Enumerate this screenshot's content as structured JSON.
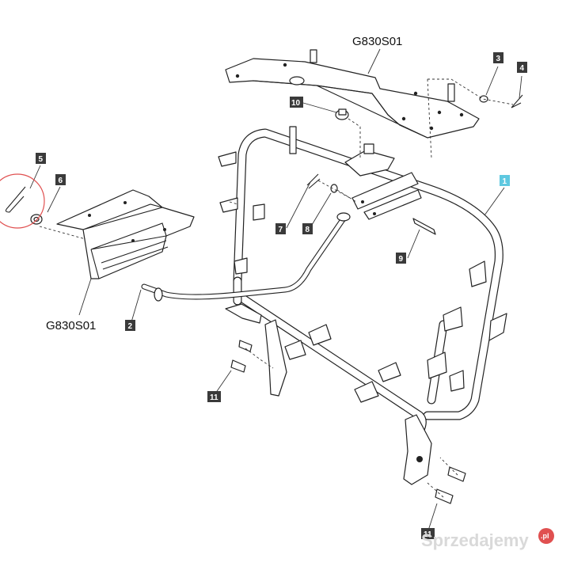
{
  "assembly_codes": [
    "G830S01",
    "G830S01"
  ],
  "callouts": [
    "1",
    "2",
    "3",
    "4",
    "5",
    "6",
    "7",
    "8",
    "9",
    "10",
    "11",
    "11"
  ],
  "highlighted_callout": "1",
  "colors": {
    "highlight": "#5ec8e0",
    "callout": "#3a3a3a",
    "line": "#222222",
    "marker_circle": "#e05050"
  },
  "watermark": {
    "text": "Sprzedajemy",
    "badge": ".pl"
  }
}
